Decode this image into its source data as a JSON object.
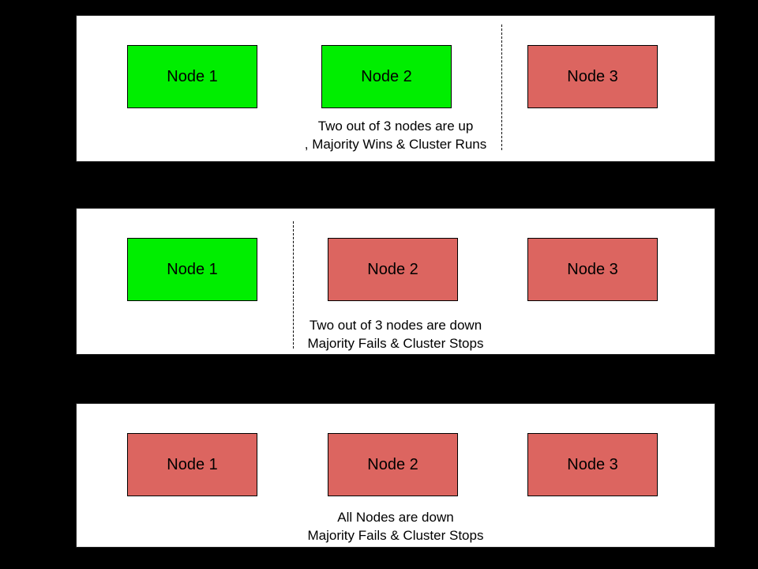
{
  "colors": {
    "node_up": "#00ee00",
    "node_down": "#dc6560",
    "panel_background": "#ffffff",
    "canvas_background": "#000000",
    "node_border": "#000000",
    "text": "#000000"
  },
  "panels": [
    {
      "id": "two-up",
      "nodes": [
        {
          "label": "Node 1",
          "status": "up"
        },
        {
          "label": "Node 2",
          "status": "up"
        },
        {
          "label": "Node 3",
          "status": "down"
        }
      ],
      "caption_line1": "Two out of 3 nodes are up",
      "caption_line2": ", Majority Wins & Cluster Runs",
      "has_partition_divider": true
    },
    {
      "id": "two-down",
      "nodes": [
        {
          "label": "Node 1",
          "status": "up"
        },
        {
          "label": "Node 2",
          "status": "down"
        },
        {
          "label": "Node 3",
          "status": "down"
        }
      ],
      "caption_line1": "Two out of 3 nodes are down",
      "caption_line2": "Majority Fails & Cluster Stops",
      "has_partition_divider": true
    },
    {
      "id": "all-down",
      "nodes": [
        {
          "label": "Node 1",
          "status": "down"
        },
        {
          "label": "Node 2",
          "status": "down"
        },
        {
          "label": "Node 3",
          "status": "down"
        }
      ],
      "caption_line1": "All Nodes are down",
      "caption_line2": "Majority Fails & Cluster Stops",
      "has_partition_divider": false
    }
  ]
}
